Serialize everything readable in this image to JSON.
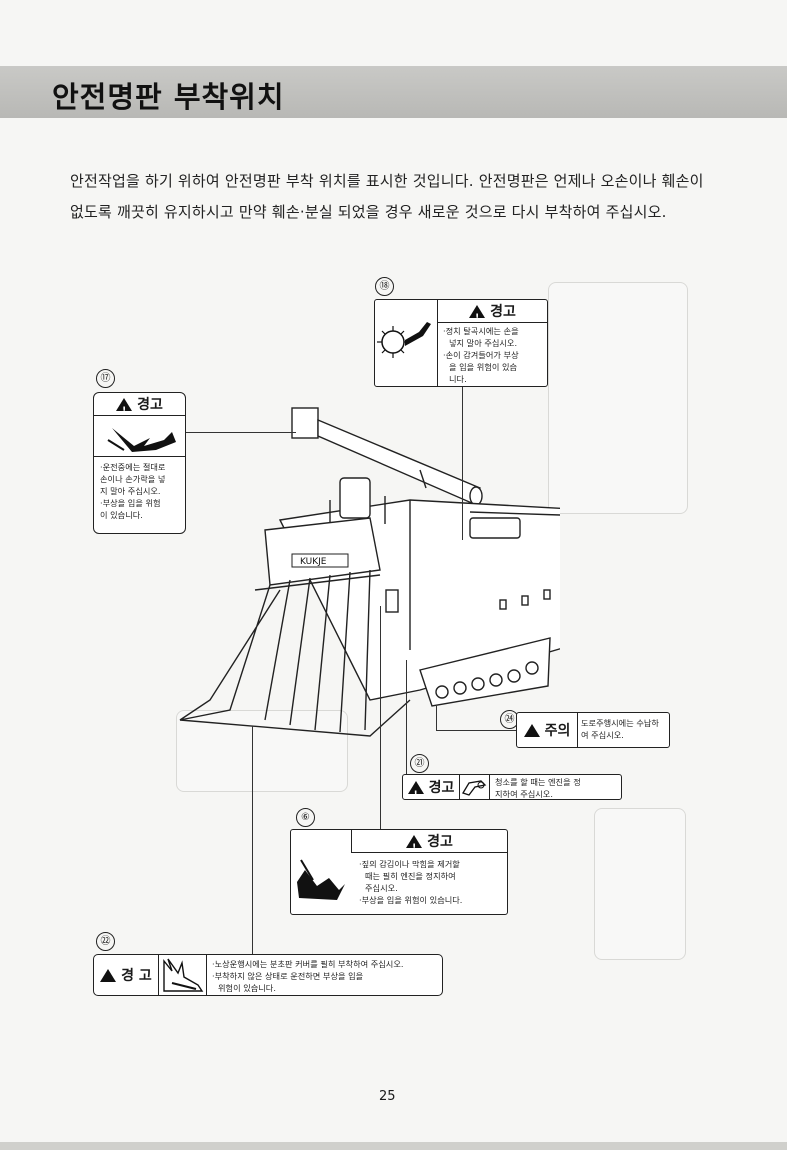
{
  "page": {
    "title": "안전명판 부착위치",
    "intro_line1": "안전작업을 하기 위하여 안전명판 부착 위치를 표시한 것입니다. 안전명판은 언제나 오손이나 훼손이",
    "intro_line2": "없도록 깨끗히 유지하시고 만약 훼손·분실 되었을 경우 새로운 것으로 다시 부착하여 주십시오.",
    "page_number": "25"
  },
  "machine": {
    "brand": "KUKJE"
  },
  "decals": [
    {
      "num": "⑱",
      "word": "경고",
      "lines": [
        "·정치 탈곡시에는 손을",
        "넣지 말아 주십시오.",
        "·손이 감겨들어가 부상",
        "을 입을 위험이 있습",
        "니다."
      ]
    },
    {
      "num": "⑰",
      "word": "경고",
      "lines": [
        "·운전중에는 절대로",
        "손이나 손가락을 넣",
        "지 말아 주십시오.",
        "·부상을 입을 위험",
        "이 있습니다."
      ]
    },
    {
      "num": "㉔",
      "word": "주의",
      "lines": [
        "도로주행시에는 수납하",
        "여 주십시오."
      ]
    },
    {
      "num": "㉑",
      "word": "경고",
      "lines": [
        "청소를 할 때는 엔진을 정",
        "지하여 주십시오."
      ]
    },
    {
      "num": "⑥",
      "word": "경고",
      "lines": [
        "·짚의 감김이나 막힘을 제거할",
        "때는 필히 엔진을 정지하여",
        "주십시오.",
        "·부상을 입을 위험이 있습니다."
      ]
    },
    {
      "num": "㉒",
      "word": "경 고",
      "lines": [
        "·노상운행시에는 분초판 커버를 필히 부착하여 주십시오.",
        "·부착하지 않은 상태로 운전하면 부상을 입을",
        "위험이 있습니다."
      ]
    }
  ]
}
